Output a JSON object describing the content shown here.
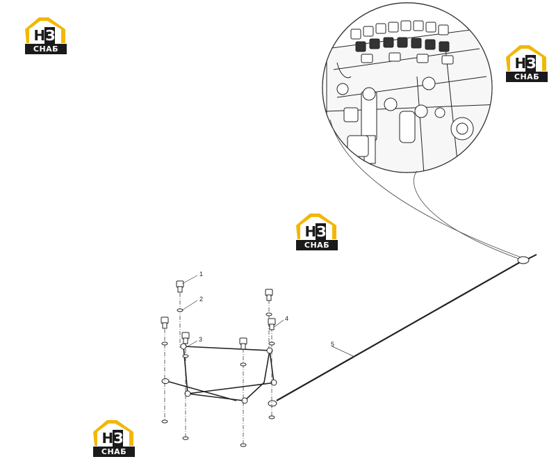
{
  "watermark": {
    "letters_h": "H",
    "letters_z": "З",
    "text": "СНАБ",
    "accent_color": "#f2b705",
    "dark_color": "#1a1a1a"
  },
  "callouts": [
    "1",
    "2",
    "3",
    "4",
    "5"
  ]
}
